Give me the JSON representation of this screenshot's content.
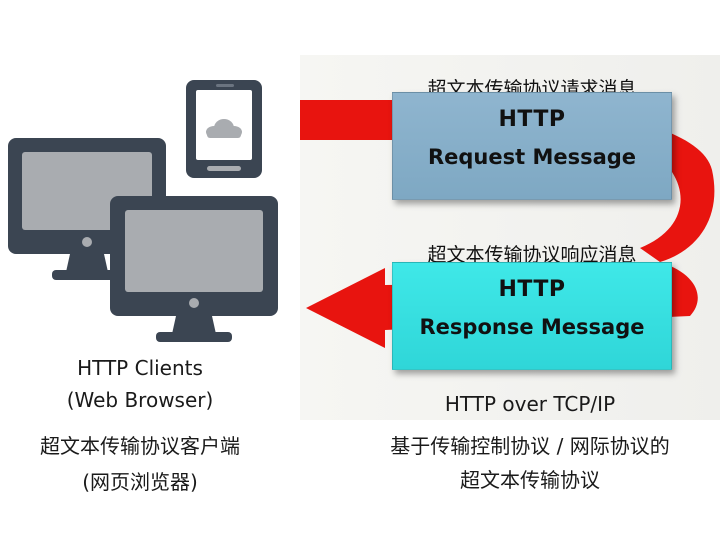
{
  "clients": {
    "title": "HTTP Clients",
    "subtitle": "(Web Browser)",
    "cn_title": "超文本传输协议客户端",
    "cn_subtitle": "(网页浏览器)"
  },
  "request": {
    "cn_caption": "超文本传输协议请求消息",
    "title": "HTTP",
    "subtitle": "Request Message"
  },
  "response": {
    "cn_caption": "超文本传输协议响应消息",
    "title": "HTTP",
    "subtitle": "Response Message"
  },
  "protocol": {
    "title": "HTTP over TCP/IP",
    "cn_line1": "基于传输控制协议 / 网际协议的",
    "cn_line2": "超文本传输协议"
  },
  "colors": {
    "arrow_red": "#e8140f",
    "device_dark": "#3b4552",
    "screen_gray": "#a9acb0",
    "request_box": "#87afca",
    "response_box": "#36e0e0"
  },
  "icons": [
    "phone-icon",
    "cloud-icon",
    "desktop-monitor-icon"
  ]
}
